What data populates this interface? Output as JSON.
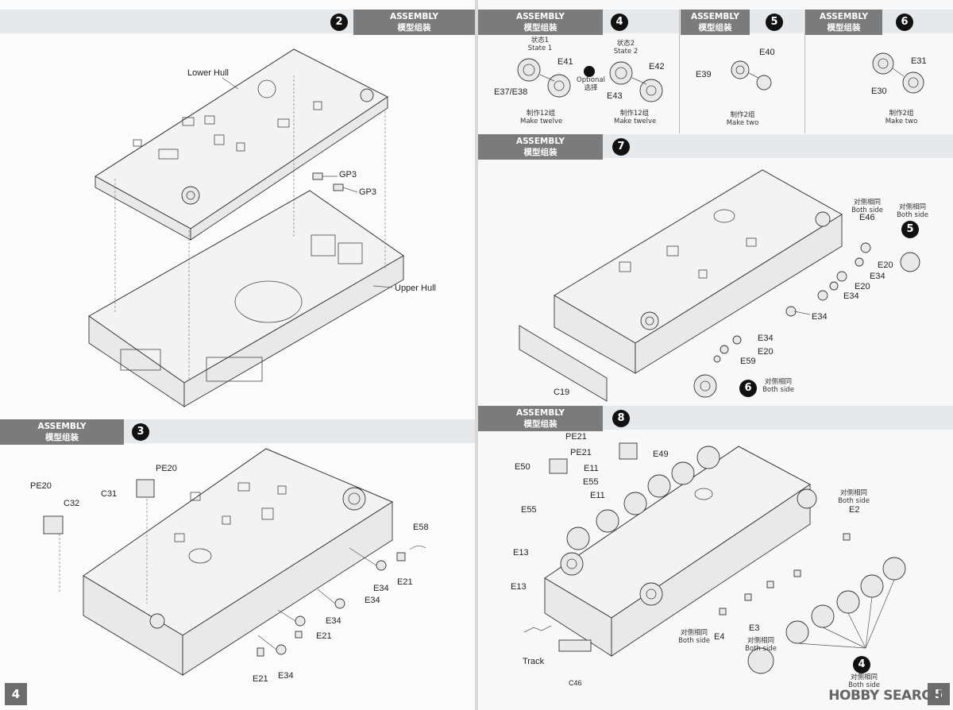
{
  "pages": {
    "left_number": "4",
    "right_number": "5"
  },
  "steps": {
    "s2": {
      "banner_en": "ASSEMBLY",
      "banner_zh": "模型组装",
      "number": "2",
      "labels": {
        "lower_hull": "Lower Hull",
        "upper_hull": "Upper Hull",
        "gp3a": "GP3",
        "gp3b": "GP3"
      }
    },
    "s3": {
      "banner_en": "ASSEMBLY",
      "banner_zh": "模型组装",
      "number": "3",
      "labels": {
        "pe20a": "PE20",
        "pe20b": "PE20",
        "c31": "C31",
        "c32": "C32",
        "e58": "E58",
        "e21a": "E21",
        "e34a": "E34",
        "e34b": "E34",
        "e34c": "E34",
        "e21b": "E21",
        "e21c": "E21",
        "e34d": "E34"
      }
    },
    "s4": {
      "banner_en": "ASSEMBLY",
      "banner_zh": "模型组装",
      "number": "4",
      "state1_zh": "状态1",
      "state1_en": "State 1",
      "state2_zh": "状态2",
      "state2_en": "State 2",
      "optional_en": "Optional",
      "optional_zh": "选择",
      "labels": {
        "e41": "E41",
        "e3738": "E37/E38",
        "e42": "E42",
        "e43": "E43"
      },
      "make1_zh": "制作12组",
      "make1_en": "Make twelve",
      "make2_zh": "制作12组",
      "make2_en": "Make twelve"
    },
    "s5": {
      "banner_en": "ASSEMBLY",
      "banner_zh": "模型组装",
      "number": "5",
      "labels": {
        "e40": "E40",
        "e39": "E39"
      },
      "make_zh": "制作2组",
      "make_en": "Make two"
    },
    "s6": {
      "banner_en": "ASSEMBLY",
      "banner_zh": "模型组装",
      "number": "6",
      "labels": {
        "e31": "E31",
        "e30": "E30"
      },
      "make_zh": "制作2组",
      "make_en": "Make two"
    },
    "s7": {
      "banner_en": "ASSEMBLY",
      "banner_zh": "模型组装",
      "number": "7",
      "labels": {
        "e46": "E46",
        "e20a": "E20",
        "e34a": "E34",
        "e20b": "E20",
        "e34b": "E34",
        "e34c": "E34",
        "e34d": "E34",
        "e20c": "E20",
        "e59": "E59",
        "c19": "C19"
      },
      "both1_zh": "对侧相同",
      "both1_en": "Both side",
      "both2_zh": "对侧相同",
      "both2_en": "Both side",
      "both3_zh": "对侧相同",
      "both3_en": "Both side",
      "ref5": "5",
      "ref6": "6"
    },
    "s8": {
      "banner_en": "ASSEMBLY",
      "banner_zh": "模型组装",
      "number": "8",
      "labels": {
        "pe21a": "PE21",
        "pe21b": "PE21",
        "e49": "E49",
        "e50": "E50",
        "e11a": "E11",
        "e55a": "E55",
        "e11b": "E11",
        "e55b": "E55",
        "e13a": "E13",
        "e13b": "E13",
        "e2": "E2",
        "e3": "E3",
        "e4": "E4",
        "track": "Track",
        "c46": "C46"
      },
      "both1_zh": "对侧相同",
      "both1_en": "Both side",
      "both2_zh": "对侧相同",
      "both2_en": "Both side",
      "both3_zh": "对侧相同",
      "both3_en": "Both side",
      "both4_zh": "对侧相同",
      "both4_en": "Both side",
      "ref4": "4"
    }
  },
  "watermark": "HOBBY SEARCH"
}
